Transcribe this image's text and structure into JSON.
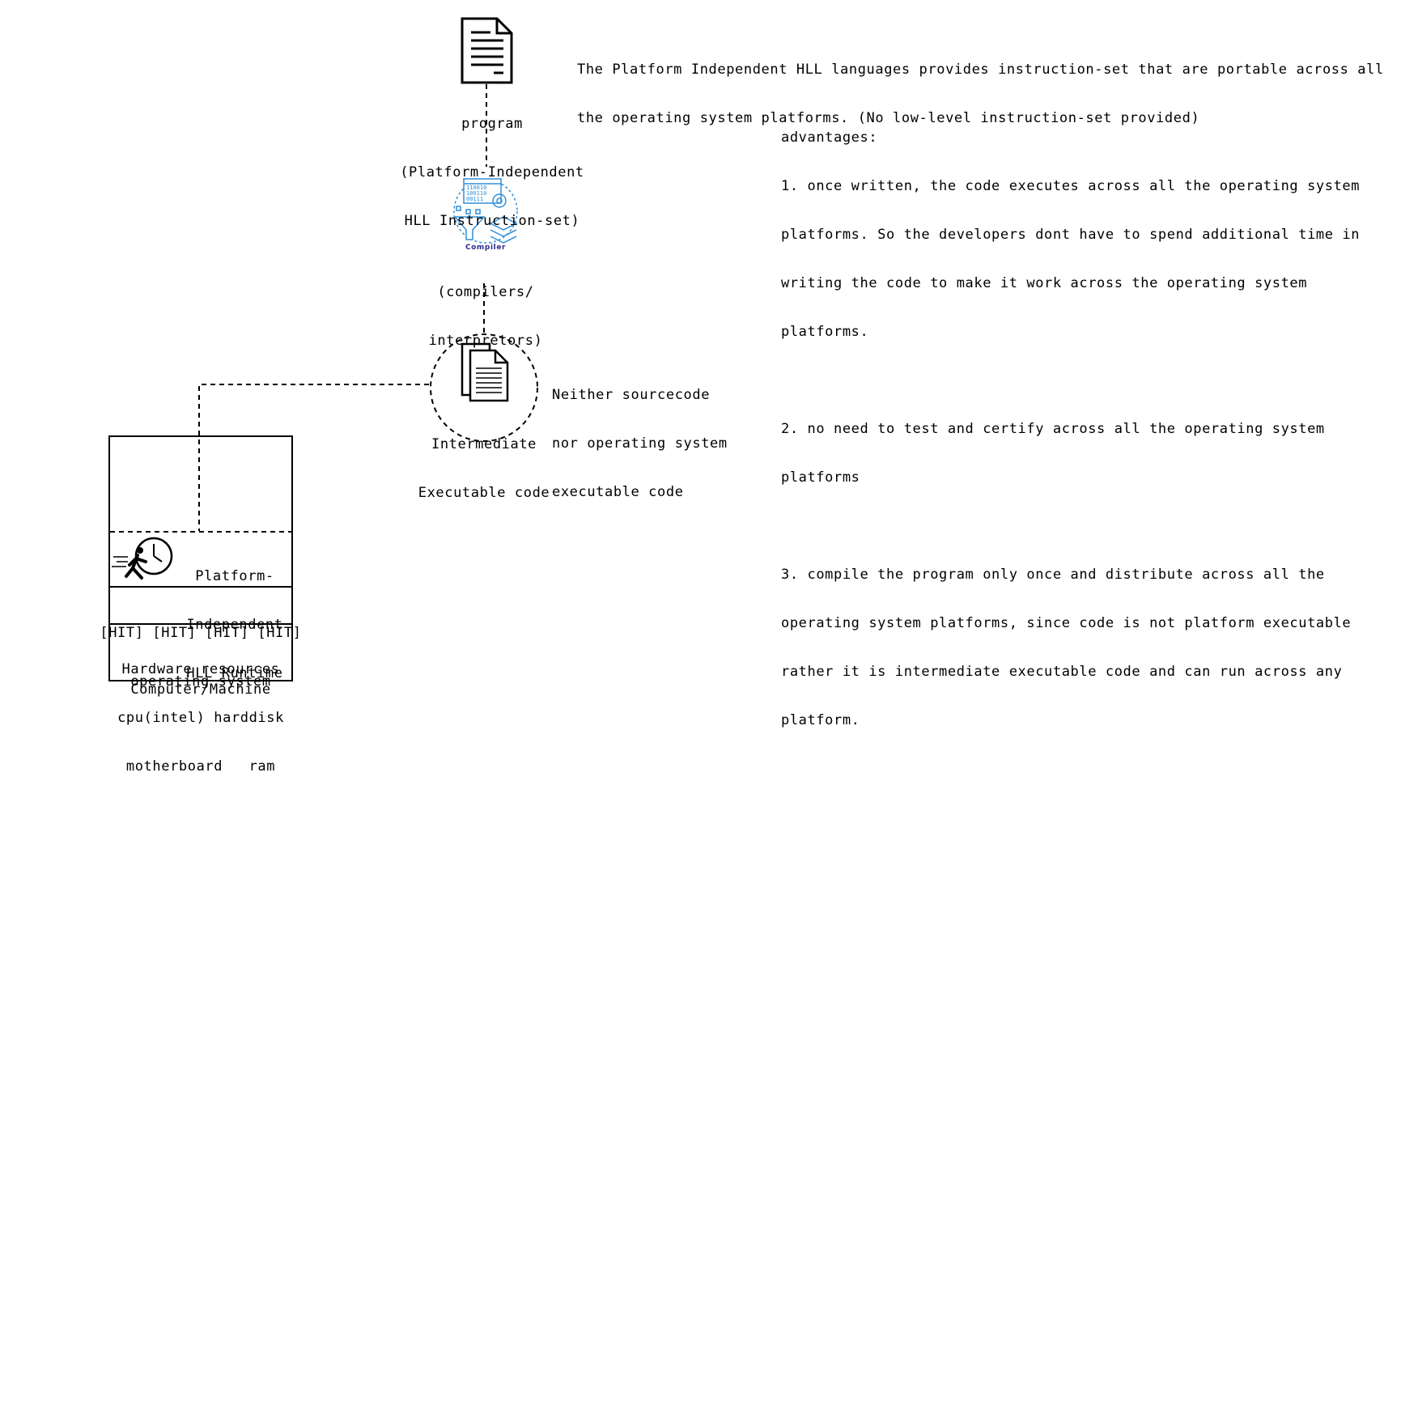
{
  "top_note": [
    "The Platform Independent HLL languages provides instruction-set that are portable across all",
    "the operating system platforms. (No low-level instruction-set provided)"
  ],
  "program": {
    "icon": "document-icon",
    "label": [
      "program",
      "(Platform-Independent",
      "HLL Instruction-set)"
    ]
  },
  "compiler": {
    "icon": "compiler-icon",
    "icon_caption": "Compiler",
    "label": [
      "(compilers/",
      "interpretors)"
    ],
    "icon_color": "#2f8fd8",
    "caption_color": "#2a2a8a"
  },
  "intermediate": {
    "icon": "documents-icon",
    "label": [
      "Intermediate",
      "Executable code"
    ],
    "note": [
      "Neither sourcecode",
      "nor operating system",
      "executable code"
    ]
  },
  "advantages": {
    "heading": "advantages:",
    "lines": [
      "1. once written, the code executes across all the operating system",
      "platforms. So the developers dont have to spend additional time in",
      "writing the code to make it work across the operating system",
      "platforms.",
      "",
      "2. no need to test and certify across all the operating system",
      "platforms",
      "",
      "3. compile the program only once and distribute across all the",
      "operating system platforms, since code is not platform executable",
      "rather it is intermediate executable code and can run across any",
      "platform."
    ]
  },
  "machine": {
    "runtime_icon": "running-clock-icon",
    "runtime_label": [
      "Platform-",
      "Independent",
      "HLL Runtime"
    ],
    "os_label": [
      "[HIT] [HIT] [HIT] [HIT]",
      "operating system"
    ],
    "hardware_label": [
      "Hardware resources",
      "cpu(intel) harddisk",
      "motherboard   ram"
    ],
    "caption": "Computer/Machine"
  }
}
